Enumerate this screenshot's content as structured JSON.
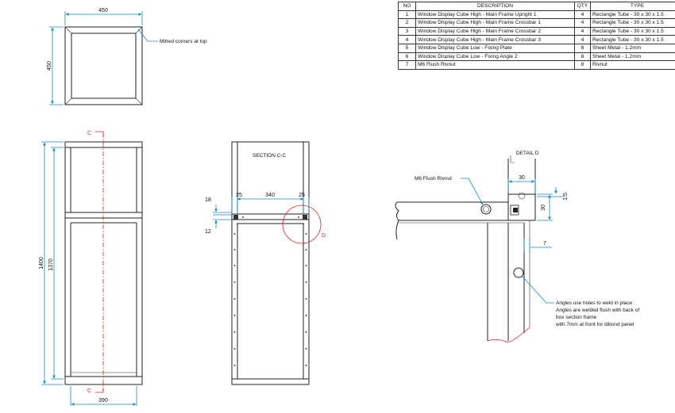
{
  "bom": {
    "headers": [
      "NO",
      "DESCRIPTION",
      "QTY",
      "TYPE"
    ],
    "rows": [
      [
        "1",
        "Window Display Cube High - Main Frame Upright 1",
        "4",
        "Rectangle Tube - 30 x 30 x 1.5"
      ],
      [
        "2",
        "Window Display Cube High - Main Frame Crossbar 1",
        "4",
        "Rectangle Tube - 30 x 30 x 1.5"
      ],
      [
        "3",
        "Window Display Cube High - Main Frame Crossbar 2",
        "4",
        "Rectangle Tube - 30 x 30 x 1.5"
      ],
      [
        "4",
        "Window Display Cube High - Main Frame Crossbar 3",
        "4",
        "Rectangle Tube - 30 x 30 x 1.5"
      ],
      [
        "5",
        "Window Display Cube Low - Fixing Plate",
        "8",
        "Sheet Metal - 1.2mm"
      ],
      [
        "6",
        "Window Display Cube Low - Fixing Angle 2",
        "8",
        "Sheet Metal - 1.2mm"
      ],
      [
        "7",
        "M6 Flush Rivnut",
        "8",
        "Rivnut"
      ]
    ]
  },
  "top_view": {
    "dim_width": "450",
    "dim_height": "450",
    "note": "Mitred corners at top"
  },
  "front_view": {
    "dim_overall_height": "1400",
    "dim_inner_height": "1370",
    "dim_base_width": "390",
    "section_marker_top": "C",
    "section_marker_bottom": "C"
  },
  "section_view": {
    "title": "SECTION C-C",
    "dim_left": "25",
    "dim_middle": "340",
    "dim_right": "25",
    "dim_upper": "18",
    "dim_lower": "12",
    "detail_marker": "D"
  },
  "detail_view": {
    "title": "DETAIL D",
    "dim_width": "30",
    "dim_height": "30",
    "dim_small": "1.5",
    "dim_offset": "7",
    "rivnut_label": "M6 Flush Rivnut",
    "notes": [
      "Angles use holes to weld in place",
      "Angles are welded flush with back of",
      "box section frame",
      "with 7mm at front for dibond panel"
    ]
  }
}
